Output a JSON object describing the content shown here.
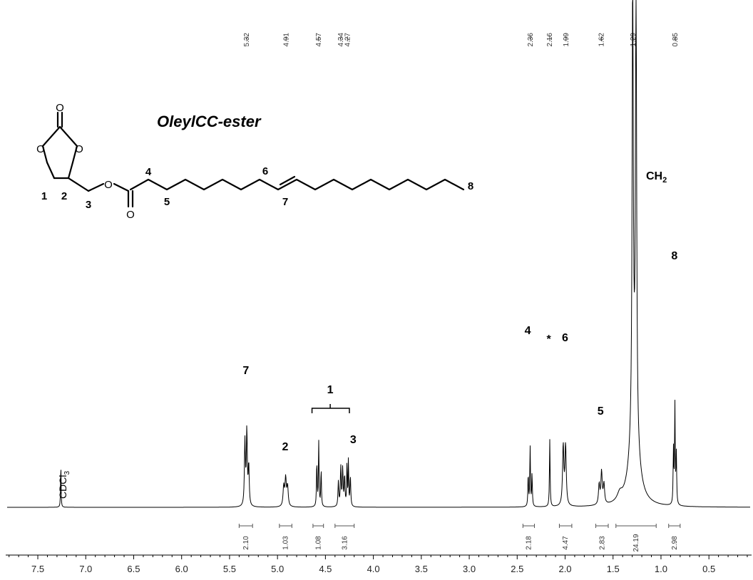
{
  "chart_data": {
    "type": "line",
    "title": "OleylCC-ester",
    "xlabel": "",
    "ylabel": "",
    "xlim": [
      7.82,
      0.07
    ],
    "x_reversed": true,
    "grid": false,
    "x_ticks": [
      "7.5",
      "7.0",
      "6.5",
      "6.0",
      "5.5",
      "5.0",
      "4.5",
      "4.0",
      "3.5",
      "3.0",
      "2.5",
      "2.0",
      "1.5",
      "1.0",
      "0.5"
    ],
    "x_tick_values": [
      7.5,
      7.0,
      6.5,
      6.0,
      5.5,
      5.0,
      4.5,
      4.0,
      3.5,
      3.0,
      2.5,
      2.0,
      1.5,
      1.0,
      0.5
    ],
    "peak_shift_labels": [
      "5.32",
      "4.91",
      "4.57",
      "4.34",
      "4.27",
      "2.36",
      "2.16",
      "1.99",
      "1.62",
      "1.29",
      "0.85"
    ],
    "peaks": [
      {
        "ppm": 7.26,
        "h": 0.095,
        "w": 0.003
      },
      {
        "ppm": 5.34,
        "h": 0.13,
        "w": 0.006
      },
      {
        "ppm": 5.32,
        "h": 0.15,
        "w": 0.006
      },
      {
        "ppm": 5.3,
        "h": 0.08,
        "w": 0.006
      },
      {
        "ppm": 4.935,
        "h": 0.04,
        "w": 0.008
      },
      {
        "ppm": 4.915,
        "h": 0.055,
        "w": 0.008
      },
      {
        "ppm": 4.895,
        "h": 0.04,
        "w": 0.008
      },
      {
        "ppm": 4.59,
        "h": 0.09,
        "w": 0.004
      },
      {
        "ppm": 4.57,
        "h": 0.13,
        "w": 0.004
      },
      {
        "ppm": 4.545,
        "h": 0.075,
        "w": 0.004
      },
      {
        "ppm": 4.365,
        "h": 0.05,
        "w": 0.005
      },
      {
        "ppm": 4.34,
        "h": 0.08,
        "w": 0.005
      },
      {
        "ppm": 4.32,
        "h": 0.075,
        "w": 0.005
      },
      {
        "ppm": 4.3,
        "h": 0.06,
        "w": 0.005
      },
      {
        "ppm": 4.275,
        "h": 0.085,
        "w": 0.004
      },
      {
        "ppm": 4.26,
        "h": 0.1,
        "w": 0.003
      },
      {
        "ppm": 4.24,
        "h": 0.06,
        "w": 0.005
      },
      {
        "ppm": 2.385,
        "h": 0.065,
        "w": 0.004
      },
      {
        "ppm": 2.365,
        "h": 0.12,
        "w": 0.004
      },
      {
        "ppm": 2.345,
        "h": 0.065,
        "w": 0.004
      },
      {
        "ppm": 2.16,
        "h": 0.135,
        "w": 0.004
      },
      {
        "ppm": 2.02,
        "h": 0.12,
        "w": 0.008
      },
      {
        "ppm": 1.995,
        "h": 0.12,
        "w": 0.008
      },
      {
        "ppm": 1.645,
        "h": 0.04,
        "w": 0.008
      },
      {
        "ppm": 1.62,
        "h": 0.065,
        "w": 0.008
      },
      {
        "ppm": 1.595,
        "h": 0.04,
        "w": 0.008
      },
      {
        "ppm": 1.43,
        "h": 0.015,
        "w": 0.03
      },
      {
        "ppm": 1.295,
        "h": 0.9,
        "w": 0.007
      },
      {
        "ppm": 1.26,
        "h": 0.9,
        "w": 0.007
      },
      {
        "ppm": 1.28,
        "h": 0.18,
        "w": 0.05
      },
      {
        "ppm": 0.87,
        "h": 0.11,
        "w": 0.004
      },
      {
        "ppm": 0.855,
        "h": 0.2,
        "w": 0.004
      },
      {
        "ppm": 0.84,
        "h": 0.1,
        "w": 0.004
      }
    ],
    "integrals": [
      {
        "from": 5.4,
        "to": 5.26,
        "value": "2.10"
      },
      {
        "from": 4.98,
        "to": 4.85,
        "value": "1.03"
      },
      {
        "from": 4.63,
        "to": 4.52,
        "value": "1.08"
      },
      {
        "from": 4.4,
        "to": 4.2,
        "value": "3.16"
      },
      {
        "from": 2.44,
        "to": 2.32,
        "value": "2.18"
      },
      {
        "from": 2.06,
        "to": 1.93,
        "value": "4.47"
      },
      {
        "from": 1.68,
        "to": 1.55,
        "value": "2.83"
      },
      {
        "from": 1.47,
        "to": 1.05,
        "value": "24.19"
      },
      {
        "from": 0.92,
        "to": 0.8,
        "value": "2.98"
      }
    ],
    "peak_labels": [
      {
        "text": "7",
        "ppm": 5.33
      },
      {
        "text": "2",
        "ppm": 4.92
      },
      {
        "text": "1",
        "ppm": 4.45
      },
      {
        "text": "3",
        "ppm": 4.21
      },
      {
        "text": "4",
        "ppm": 2.39
      },
      {
        "text": "*",
        "ppm": 2.17
      },
      {
        "text": "6",
        "ppm": 2.0
      },
      {
        "text": "5",
        "ppm": 1.63
      },
      {
        "text": "8",
        "ppm": 0.86
      }
    ],
    "ch2_label": "CH",
    "ch2_sub": "2",
    "solvent_label": "CDCl",
    "solvent_sub": "3"
  },
  "molecule": {
    "name": "OleylCC-ester",
    "atom_labels": [
      "O",
      "O",
      "O",
      "O",
      "O"
    ],
    "position_labels": [
      "1",
      "2",
      "3",
      "4",
      "5",
      "6",
      "7",
      "8"
    ]
  }
}
